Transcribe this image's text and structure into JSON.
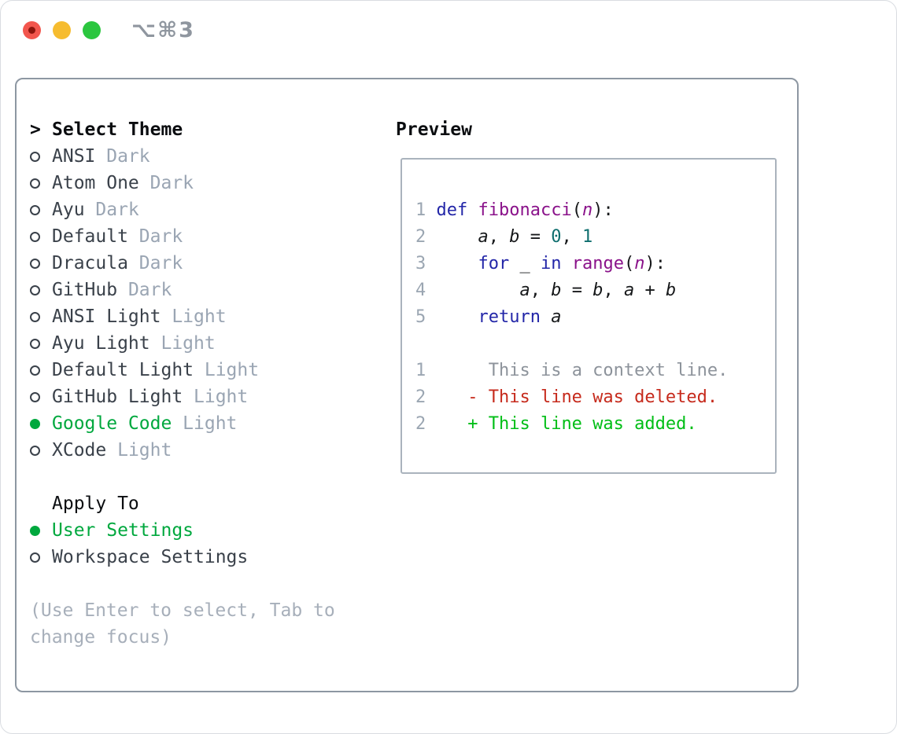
{
  "window": {
    "title": "⌥⌘3"
  },
  "colors": {
    "tl_red": "#f2564d",
    "tl_red_dot": "#8c150c",
    "tl_yellow": "#f6bc2f",
    "tl_green": "#2bc63f",
    "title": "#8f969f",
    "panel_border": "#8d97a2",
    "preview_border": "#aab3bd",
    "header": "#0b0d10",
    "name": "#3a414a",
    "variant": "#9aa5b3",
    "hint": "#a7afba",
    "sel": "#00a83e",
    "code": "#16181a",
    "ln": "#9ba6b2",
    "kw": "#2326a8",
    "fn": "#8a128a",
    "num": "#0e6e6e",
    "ctx": "#8d939b",
    "del": "#c62a1c",
    "add": "#00be16"
  },
  "panel": {
    "theme_list": {
      "header_prefix": ">",
      "header": "Select Theme",
      "items": [
        {
          "name": "ANSI",
          "variant": "Dark",
          "selected": false
        },
        {
          "name": "Atom One",
          "variant": "Dark",
          "selected": false
        },
        {
          "name": "Ayu",
          "variant": "Dark",
          "selected": false
        },
        {
          "name": "Default",
          "variant": "Dark",
          "selected": false
        },
        {
          "name": "Dracula",
          "variant": "Dark",
          "selected": false
        },
        {
          "name": "GitHub",
          "variant": "Dark",
          "selected": false
        },
        {
          "name": "ANSI Light",
          "variant": "Light",
          "selected": false
        },
        {
          "name": "Ayu Light",
          "variant": "Light",
          "selected": false
        },
        {
          "name": "Default Light",
          "variant": "Light",
          "selected": false
        },
        {
          "name": "GitHub Light",
          "variant": "Light",
          "selected": false
        },
        {
          "name": "Google Code",
          "variant": "Light",
          "selected": true
        },
        {
          "name": "XCode",
          "variant": "Light",
          "selected": false
        }
      ]
    },
    "apply_to": {
      "header": "Apply To",
      "items": [
        {
          "name": "User Settings",
          "selected": true
        },
        {
          "name": "Workspace Settings",
          "selected": false
        }
      ]
    },
    "hint_lines": [
      "(Use Enter to select, Tab to",
      "change focus)"
    ]
  },
  "preview": {
    "header": "Preview",
    "lines": [
      {
        "tokens": [
          {
            "t": "1 ",
            "c": "ln"
          },
          {
            "t": "def",
            "c": "kw"
          },
          {
            "t": " ",
            "c": "pl"
          },
          {
            "t": "fibonacci",
            "c": "fn"
          },
          {
            "t": "(",
            "c": "pl"
          },
          {
            "t": "n",
            "c": "par"
          },
          {
            "t": "):",
            "c": "pl"
          }
        ]
      },
      {
        "tokens": [
          {
            "t": "2",
            "c": "ln"
          },
          {
            "t": "     ",
            "c": "pl"
          },
          {
            "t": "a",
            "c": "var"
          },
          {
            "t": ", ",
            "c": "pl"
          },
          {
            "t": "b",
            "c": "var"
          },
          {
            "t": " = ",
            "c": "pl"
          },
          {
            "t": "0",
            "c": "num"
          },
          {
            "t": ", ",
            "c": "pl"
          },
          {
            "t": "1",
            "c": "num"
          }
        ]
      },
      {
        "tokens": [
          {
            "t": "3",
            "c": "ln"
          },
          {
            "t": "     ",
            "c": "pl"
          },
          {
            "t": "for",
            "c": "kw"
          },
          {
            "t": " _ ",
            "c": "pl"
          },
          {
            "t": "in",
            "c": "kw"
          },
          {
            "t": " ",
            "c": "pl"
          },
          {
            "t": "range",
            "c": "fn"
          },
          {
            "t": "(",
            "c": "pl"
          },
          {
            "t": "n",
            "c": "par"
          },
          {
            "t": "):",
            "c": "pl"
          }
        ]
      },
      {
        "tokens": [
          {
            "t": "4",
            "c": "ln"
          },
          {
            "t": "         ",
            "c": "pl"
          },
          {
            "t": "a",
            "c": "var"
          },
          {
            "t": ", ",
            "c": "pl"
          },
          {
            "t": "b",
            "c": "var"
          },
          {
            "t": " = ",
            "c": "pl"
          },
          {
            "t": "b",
            "c": "var"
          },
          {
            "t": ", ",
            "c": "pl"
          },
          {
            "t": "a",
            "c": "var"
          },
          {
            "t": " + ",
            "c": "pl"
          },
          {
            "t": "b",
            "c": "var"
          }
        ]
      },
      {
        "tokens": [
          {
            "t": "5",
            "c": "ln"
          },
          {
            "t": "     ",
            "c": "pl"
          },
          {
            "t": "return",
            "c": "kw"
          },
          {
            "t": " ",
            "c": "pl"
          },
          {
            "t": "a",
            "c": "var"
          }
        ]
      },
      {
        "tokens": []
      },
      {
        "tokens": [
          {
            "t": "1",
            "c": "ln"
          },
          {
            "t": "      ",
            "c": "pl"
          },
          {
            "t": "This is a context line.",
            "c": "ctx"
          }
        ]
      },
      {
        "tokens": [
          {
            "t": "2",
            "c": "ln"
          },
          {
            "t": "    ",
            "c": "pl"
          },
          {
            "t": "- This line was deleted.",
            "c": "del"
          }
        ]
      },
      {
        "tokens": [
          {
            "t": "2",
            "c": "ln"
          },
          {
            "t": "    ",
            "c": "pl"
          },
          {
            "t": "+ This line was added.",
            "c": "add"
          }
        ]
      }
    ]
  }
}
